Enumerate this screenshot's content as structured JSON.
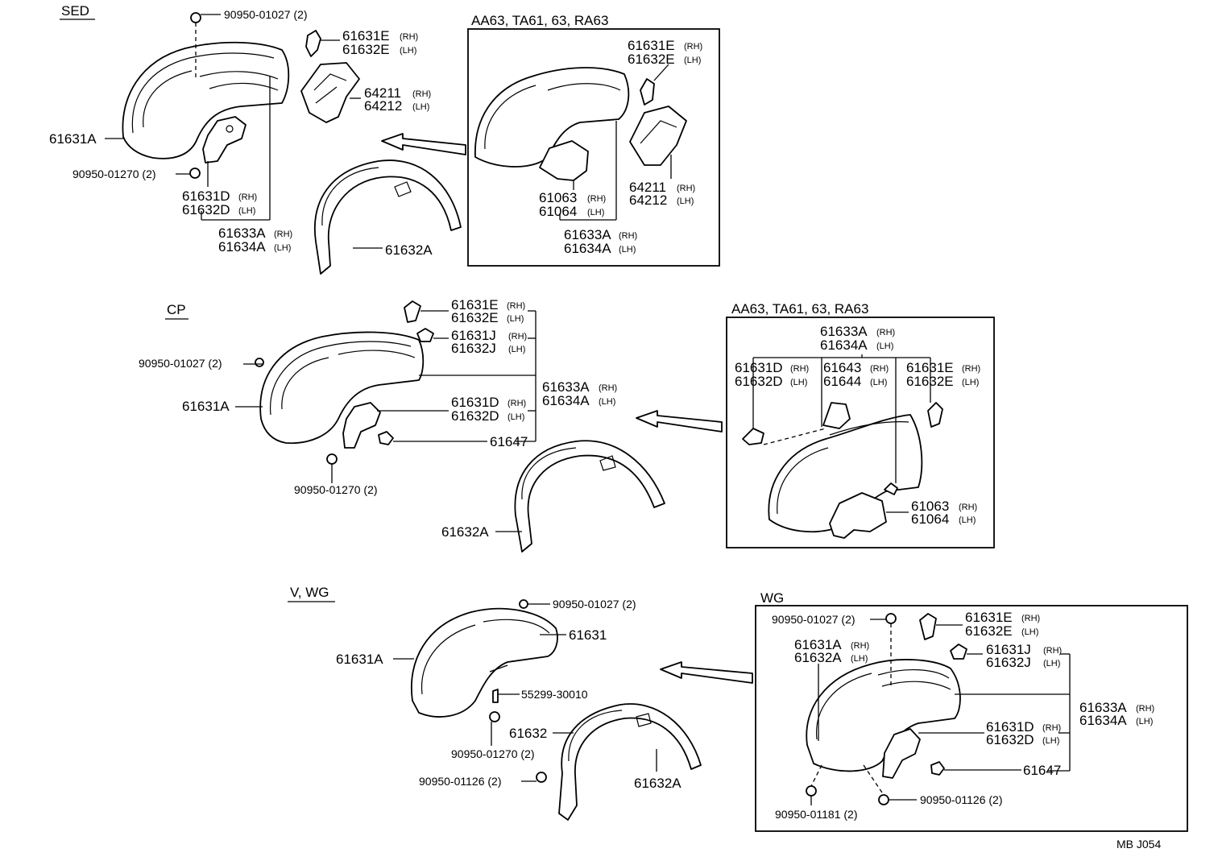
{
  "sections": {
    "sed": "SED",
    "cp": "CP",
    "vwg": "V, WG",
    "sed_inset": "AA63, TA61, 63, RA63",
    "cp_inset": "AA63, TA61, 63, RA63",
    "wg_inset": "WG"
  },
  "sed": {
    "p_90950_01027": "90950-01027 (2)",
    "p_61631E": "61631E",
    "t_61631E": "(RH)",
    "p_61632E": "61632E",
    "t_61632E": "(LH)",
    "p_64211": "64211",
    "t_64211": "(RH)",
    "p_64212": "64212",
    "t_64212": "(LH)",
    "p_61631A": "61631A",
    "p_90950_01270": "90950-01270 (2)",
    "p_61631D": "61631D",
    "t_61631D": "(RH)",
    "p_61632D": "61632D",
    "t_61632D": "(LH)",
    "p_61633A": "61633A",
    "t_61633A": "(RH)",
    "p_61634A": "61634A",
    "t_61634A": "(LH)",
    "p_61632A": "61632A"
  },
  "sed_inset": {
    "p_61631E": "61631E",
    "t_61631E": "(RH)",
    "p_61632E": "61632E",
    "t_61632E": "(LH)",
    "p_64211": "64211",
    "t_64211": "(RH)",
    "p_64212": "64212",
    "t_64212": "(LH)",
    "p_61063": "61063",
    "t_61063": "(RH)",
    "p_61064": "61064",
    "t_61064": "(LH)",
    "p_61633A": "61633A",
    "t_61633A": "(RH)",
    "p_61634A": "61634A",
    "t_61634A": "(LH)"
  },
  "cp": {
    "p_61631E": "61631E",
    "t_61631E": "(RH)",
    "p_61632E": "61632E",
    "t_61632E": "(LH)",
    "p_61631J": "61631J",
    "t_61631J": "(RH)",
    "p_61632J": "61632J",
    "t_61632J": "(LH)",
    "p_90950_01027": "90950-01027 (2)",
    "p_61633A": "61633A",
    "t_61633A": "(RH)",
    "p_61634A": "61634A",
    "t_61634A": "(LH)",
    "p_61631A": "61631A",
    "p_61631D": "61631D",
    "t_61631D": "(RH)",
    "p_61632D": "61632D",
    "t_61632D": "(LH)",
    "p_61647": "61647",
    "p_90950_01270": "90950-01270 (2)",
    "p_61632A": "61632A"
  },
  "cp_inset": {
    "p_61633A": "61633A",
    "t_61633A": "(RH)",
    "p_61634A": "61634A",
    "t_61634A": "(LH)",
    "p_61631D": "61631D",
    "t_61631D": "(RH)",
    "p_61632D": "61632D",
    "t_61632D": "(LH)",
    "p_61643": "61643",
    "t_61643": "(RH)",
    "p_61644": "61644",
    "t_61644": "(LH)",
    "p_61631E": "61631E",
    "t_61631E": "(RH)",
    "p_61632E": "61632E",
    "t_61632E": "(LH)",
    "p_61063": "61063",
    "t_61063": "(RH)",
    "p_61064": "61064",
    "t_61064": "(LH)"
  },
  "vwg": {
    "p_90950_01027": "90950-01027 (2)",
    "p_61631": "61631",
    "p_61631A": "61631A",
    "p_55299_30010": "55299-30010",
    "p_61632": "61632",
    "p_90950_01270": "90950-01270 (2)",
    "p_90950_01126": "90950-01126 (2)",
    "p_61632A": "61632A"
  },
  "wg_inset": {
    "p_90950_01027": "90950-01027 (2)",
    "p_61631E": "61631E",
    "t_61631E": "(RH)",
    "p_61632E": "61632E",
    "t_61632E": "(LH)",
    "p_61631A": "61631A",
    "t_61631A": "(RH)",
    "p_61632A": "61632A",
    "t_61632A": "(LH)",
    "p_61631J": "61631J",
    "t_61631J": "(RH)",
    "p_61632J": "61632J",
    "t_61632J": "(LH)",
    "p_61633A": "61633A",
    "t_61633A": "(RH)",
    "p_61634A": "61634A",
    "t_61634A": "(LH)",
    "p_61631D": "61631D",
    "t_61631D": "(RH)",
    "p_61632D": "61632D",
    "t_61632D": "(LH)",
    "p_61647": "61647",
    "p_90950_01126": "90950-01126 (2)",
    "p_90950_01181": "90950-01181 (2)"
  },
  "footer": {
    "code": "MB  J054"
  }
}
